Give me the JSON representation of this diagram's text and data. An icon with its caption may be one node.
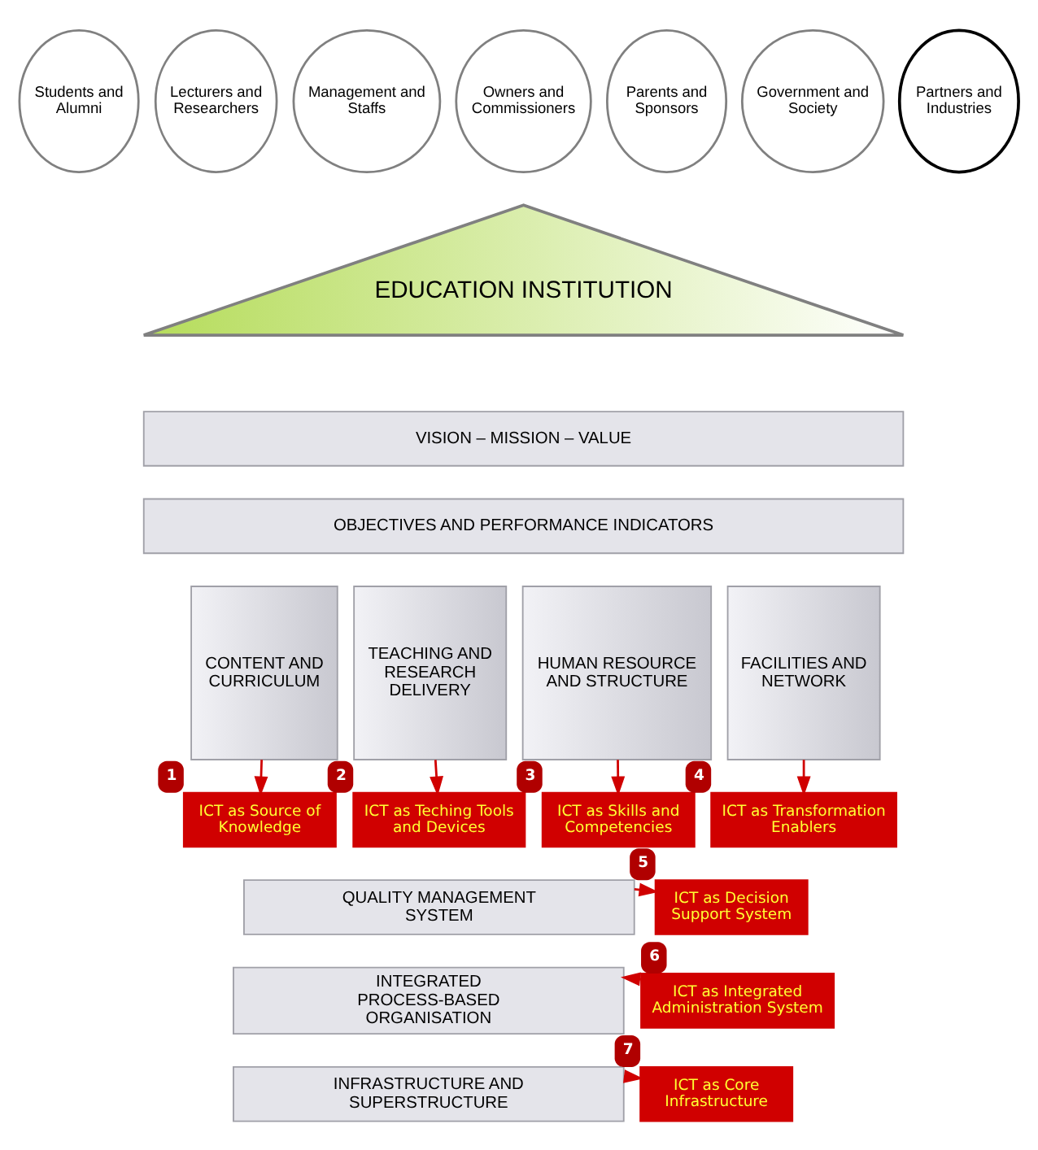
{
  "diagram": {
    "nodes": [
      {
        "text": [
          "Students and Alumni"
        ]
      },
      {
        "text": [
          "Lecturers and Researchers"
        ]
      },
      {
        "text": [
          "Management and Staffs"
        ]
      },
      {
        "text": [
          "Owners and Commissioners"
        ]
      },
      {
        "text": [
          "Parents and Sponsors"
        ]
      },
      {
        "text": [
          "Government and Society"
        ]
      },
      {
        "text": [
          "Partners and Industries"
        ]
      },
      {
        "text": [
          "EDUCATION INSTITUTION"
        ]
      },
      {
        "text": [
          "VISION – MISSION – VALUE"
        ]
      },
      {
        "text": [
          "OBJECTIVES AND PERFORMANCE INDICATORS"
        ]
      },
      {
        "text": [
          "CONTENT AND CURRICULUM"
        ]
      },
      {
        "text": [
          "TEACHING AND RESEARCH DELIVERY"
        ]
      },
      {
        "text": [
          "HUMAN RESOURCE AND STRUCTURE"
        ]
      },
      {
        "text": [
          "FACILITIES AND NETWORK"
        ]
      },
      {
        "text": [
          "ICT as Source of Knowledge"
        ],
        "beside": [
          "1"
        ]
      },
      {
        "text": [
          "ICT as Teching Tools and Devices"
        ],
        "beside": [
          "2"
        ]
      },
      {
        "text": [
          "ICT as Skills and Competencies"
        ],
        "beside": [
          "3"
        ]
      },
      {
        "text": [
          "ICT as Transformation Enablers"
        ],
        "beside": [
          "4"
        ]
      },
      {
        "text": [
          "QUALITY MANAGEMENT SYSTEM"
        ]
      },
      {
        "text": [
          "ICT as Decision Support System"
        ],
        "beside": [
          "5"
        ]
      },
      {
        "text": [
          "ICT as Integrated Administration System"
        ],
        "beside": [
          "6"
        ]
      },
      {
        "text": [
          "INTEGRATED PROCESS-BASED ORGANISATION"
        ]
      },
      {
        "text": [
          "INFRASTRUCTURE AND SUPERSTRUCTURE"
        ]
      },
      {
        "text": [
          "ICT as Core Infrastructure"
        ],
        "beside": [
          "7"
        ]
      }
    ],
    "edges": [
      {
        "from": 10,
        "to": 14,
        "arrow": "to"
      },
      {
        "from": 11,
        "to": 15,
        "arrow": "to"
      },
      {
        "from": 12,
        "to": 16,
        "arrow": "to"
      },
      {
        "from": 13,
        "to": 17,
        "arrow": "to"
      },
      {
        "from": 18,
        "to": 19,
        "arrow": "to"
      },
      {
        "from": 20,
        "to": 21,
        "arrow": "to"
      },
      {
        "from": 22,
        "to": 23,
        "arrow": "to"
      }
    ]
  }
}
